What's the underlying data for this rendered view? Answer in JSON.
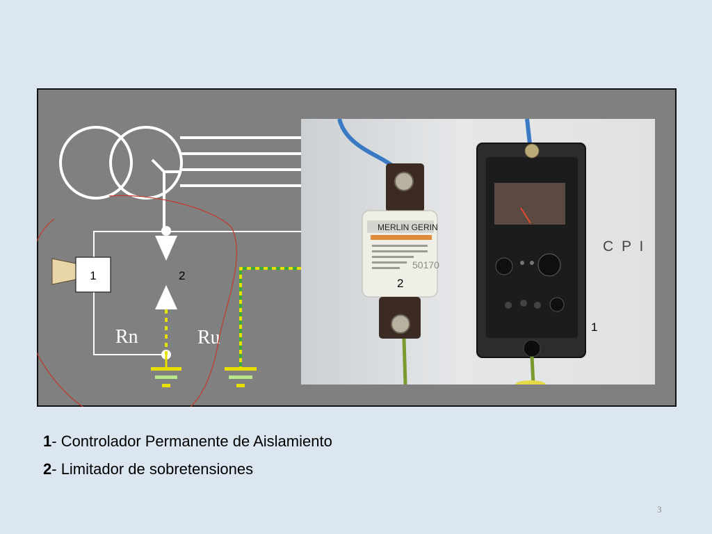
{
  "diagram": {
    "label_cpi_box": "1",
    "label_limiter": "2",
    "label_rn": "Rn",
    "label_ru": "Ru"
  },
  "photo": {
    "brand_text": "MERLIN GERIN",
    "fuse_model_text": "50170",
    "cpi_label": "C P I",
    "label_limiter": "2",
    "label_cpi": "1"
  },
  "legend": {
    "item1_number": "1",
    "item1_text": "- Controlador Permanente de Aislamiento",
    "item2_number": "2",
    "item2_text": "- Limitador de sobretensiones"
  },
  "page_number": "3",
  "colors": {
    "background": "#dce6f1",
    "panel": "#808080",
    "earth_dash_yellow": "#e8e000",
    "earth_dash_green": "#3aa83a",
    "annotation_red": "#c0392b"
  }
}
